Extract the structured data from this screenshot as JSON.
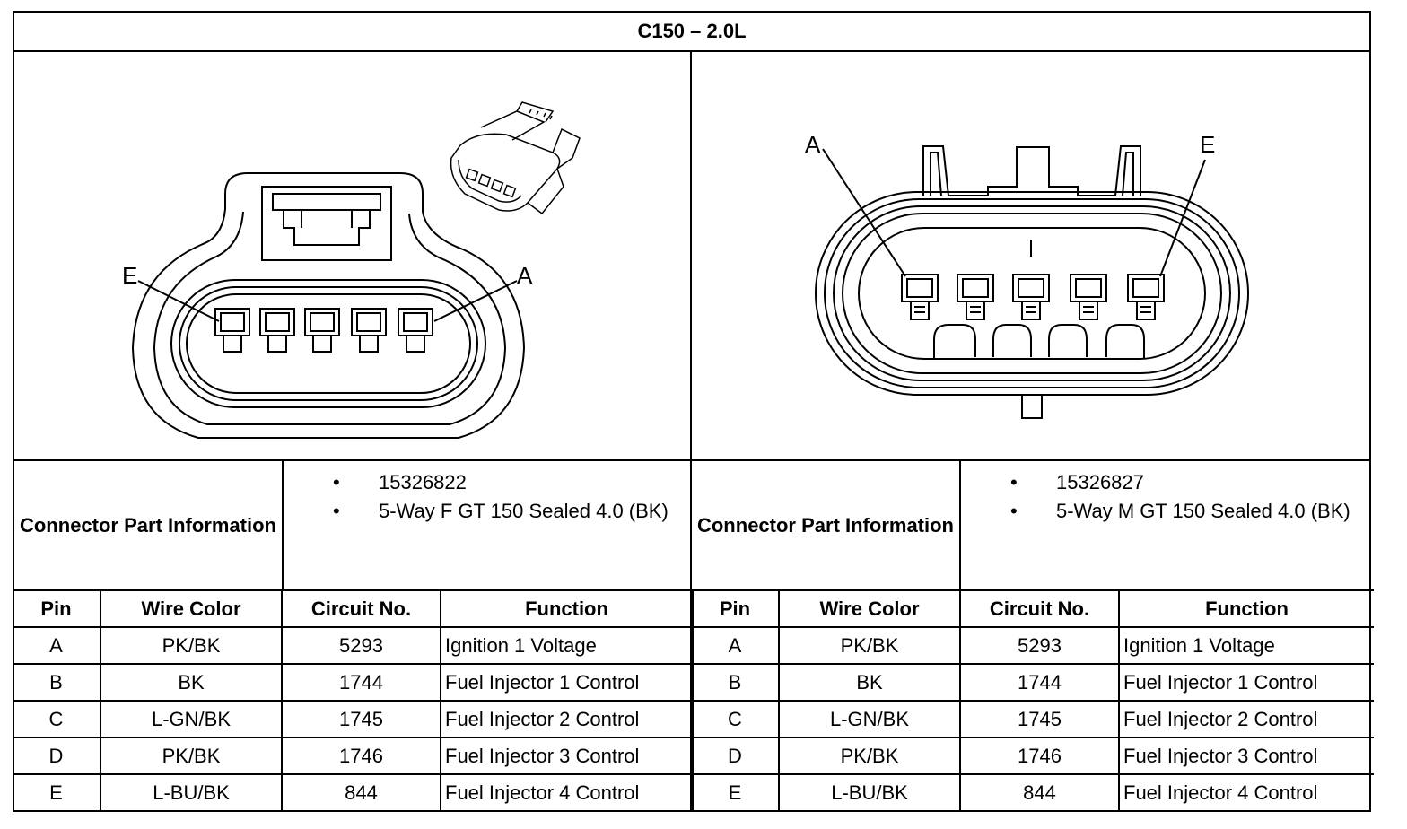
{
  "title": "C150 – 2.0L",
  "female_connector": {
    "pin_labels": {
      "left": "E",
      "right": "A"
    },
    "part_info_label": "Connector Part Information",
    "part_info": [
      "15326822",
      "5-Way F GT 150 Sealed 4.0 (BK)"
    ],
    "table": {
      "headers": [
        "Pin",
        "Wire Color",
        "Circuit No.",
        "Function"
      ],
      "rows": [
        [
          "A",
          "PK/BK",
          "5293",
          "Ignition 1 Voltage"
        ],
        [
          "B",
          "BK",
          "1744",
          "Fuel Injector 1 Control"
        ],
        [
          "C",
          "L-GN/BK",
          "1745",
          "Fuel Injector 2 Control"
        ],
        [
          "D",
          "PK/BK",
          "1746",
          "Fuel Injector 3 Control"
        ],
        [
          "E",
          "L-BU/BK",
          "844",
          "Fuel Injector 4 Control"
        ]
      ]
    }
  },
  "male_connector": {
    "pin_labels": {
      "left": "A",
      "right": "E"
    },
    "part_info_label": "Connector Part Information",
    "part_info": [
      "15326827",
      "5-Way M GT 150 Sealed 4.0 (BK)"
    ],
    "table": {
      "headers": [
        "Pin",
        "Wire Color",
        "Circuit No.",
        "Function"
      ],
      "rows": [
        [
          "A",
          "PK/BK",
          "5293",
          "Ignition 1 Voltage"
        ],
        [
          "B",
          "BK",
          "1744",
          "Fuel Injector 1 Control"
        ],
        [
          "C",
          "L-GN/BK",
          "1745",
          "Fuel Injector 2 Control"
        ],
        [
          "D",
          "PK/BK",
          "1746",
          "Fuel Injector 3 Control"
        ],
        [
          "E",
          "L-BU/BK",
          "844",
          "Fuel Injector 4 Control"
        ]
      ]
    }
  }
}
